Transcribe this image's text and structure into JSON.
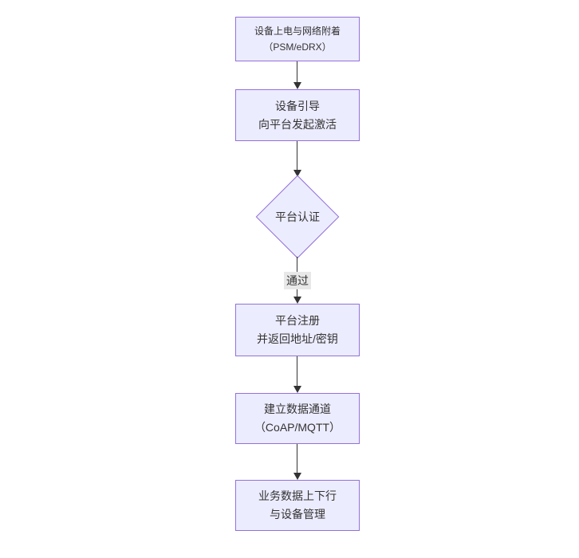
{
  "diagram": {
    "type": "flowchart",
    "direction": "top-to-bottom",
    "background": "#ffffff",
    "colors": {
      "node_fill": "#ECECFF",
      "node_border": "#9370DB",
      "node_text": "#333333",
      "edge_line": "#333333",
      "edge_label_bg": "#e8e8e8",
      "edge_label_text": "#333333"
    },
    "nodes": [
      {
        "id": "power-on",
        "shape": "rect",
        "lines": [
          "设备上电与网络附着",
          "（PSM/eDRX）"
        ]
      },
      {
        "id": "bootstrap",
        "shape": "rect",
        "lines": [
          "设备引导",
          "向平台发起激活"
        ]
      },
      {
        "id": "auth",
        "shape": "diamond",
        "lines": [
          "平台认证"
        ]
      },
      {
        "id": "register",
        "shape": "rect",
        "lines": [
          "平台注册",
          "并返回地址/密钥"
        ]
      },
      {
        "id": "channel",
        "shape": "rect",
        "lines": [
          "建立数据通道",
          "（CoAP/MQTT）"
        ]
      },
      {
        "id": "business",
        "shape": "rect",
        "lines": [
          "业务数据上下行",
          "与设备管理"
        ]
      }
    ],
    "edges": [
      {
        "from": "power-on",
        "to": "bootstrap",
        "label": ""
      },
      {
        "from": "bootstrap",
        "to": "auth",
        "label": ""
      },
      {
        "from": "auth",
        "to": "register",
        "label": "通过"
      },
      {
        "from": "register",
        "to": "channel",
        "label": ""
      },
      {
        "from": "channel",
        "to": "business",
        "label": ""
      }
    ]
  }
}
